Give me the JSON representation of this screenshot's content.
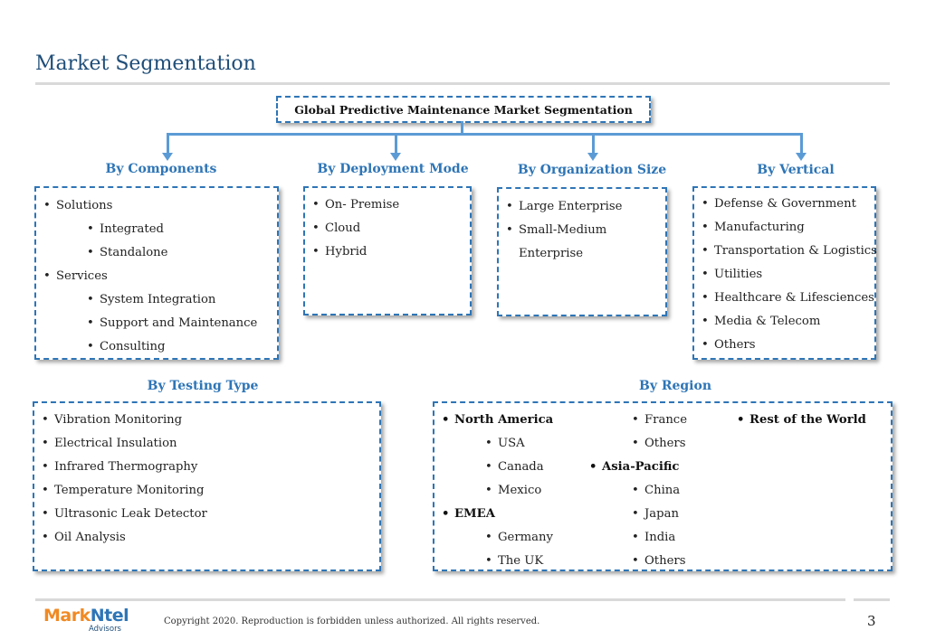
{
  "title": "Market Segmentation",
  "root": "Global Predictive Maintenance Market Segmentation",
  "categories": {
    "components": "By Components",
    "deployment": "By Deployment Mode",
    "organization": "By Organization Size",
    "vertical": "By Vertical",
    "testing": "By Testing Type",
    "region": "By Region"
  },
  "components": [
    "Solutions",
    "Integrated",
    "Standalone",
    "Services",
    "System Integration",
    "Support and Maintenance",
    "Consulting"
  ],
  "deployment": [
    "On- Premise",
    "Cloud",
    "Hybrid"
  ],
  "organization": [
    "Large Enterprise",
    "Small-Medium",
    "Enterprise"
  ],
  "vertical": [
    "Defense & Government",
    "Manufacturing",
    "Transportation & Logistics",
    "Utilities",
    "Healthcare & Lifesciences",
    "Media & Telecom",
    "Others"
  ],
  "testing": [
    "Vibration Monitoring",
    "Electrical Insulation",
    "Infrared Thermography",
    "Temperature Monitoring",
    "Ultrasonic Leak Detector",
    "Oil Analysis"
  ],
  "region": {
    "col1": [
      "North America",
      "USA",
      "Canada",
      "Mexico",
      "EMEA",
      "Germany",
      "The UK"
    ],
    "col2": [
      "France",
      "Others",
      "Asia-Pacific",
      "China",
      "Japan",
      "India",
      "Others"
    ],
    "col3": [
      "Rest of the World"
    ]
  },
  "footer": {
    "logo_a": "Mark",
    "logo_b": "Ntel",
    "logo_sub": "Advisors",
    "copyright": "Copyright 2020. Reproduction is forbidden unless authorized. All rights reserved.",
    "page_number": "3"
  },
  "colors": {
    "accent": "#2e75b6",
    "title": "#1f4e79",
    "connector": "#5b9bd5",
    "logo_orange": "#f08a24"
  }
}
